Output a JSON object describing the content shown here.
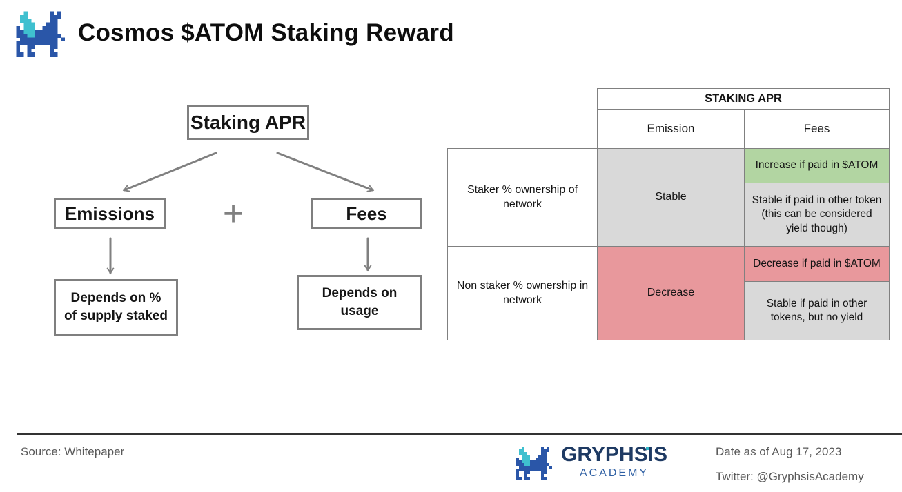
{
  "header": {
    "title": "Cosmos $ATOM Staking Reward"
  },
  "flowchart": {
    "root_label": "Staking APR",
    "plus": "+",
    "left_child_label": "Emissions",
    "right_child_label": "Fees",
    "left_leaf_label": "Depends on % of supply staked",
    "right_leaf_label": "Depends on usage"
  },
  "table": {
    "title": "STAKING APR",
    "columns": [
      "Emission",
      "Fees"
    ],
    "rows": [
      {
        "label": "Staker % ownership of network",
        "emission": "Stable",
        "fees_primary": "Increase if paid in $ATOM",
        "fees_secondary": "Stable if paid in other token (this can be considered yield though)"
      },
      {
        "label": "Non staker % ownership in network",
        "emission": "Decrease",
        "fees_primary": "Decrease if paid in $ATOM",
        "fees_secondary": "Stable if paid in other tokens, but no yield"
      }
    ]
  },
  "footer": {
    "source": "Source: Whitepaper",
    "brand_name": "GRYPHSIS",
    "brand_subtitle": "ACADEMY",
    "date": "Date as of Aug 17, 2023",
    "twitter": "Twitter: @GryphsisAcademy"
  },
  "colors": {
    "positive_green": "#b2d5a2",
    "negative_red": "#e8989c",
    "neutral_gray": "#d9d9d9",
    "table_border": "#808080",
    "flow_border": "#7f7f7f",
    "arrow_gray": "#808080",
    "brand_navy": "#1e3a63",
    "brand_blue": "#2e5fa3",
    "logo_blue": "#2a56a8",
    "logo_teal": "#3fc0cf",
    "muted_text": "#595959"
  }
}
